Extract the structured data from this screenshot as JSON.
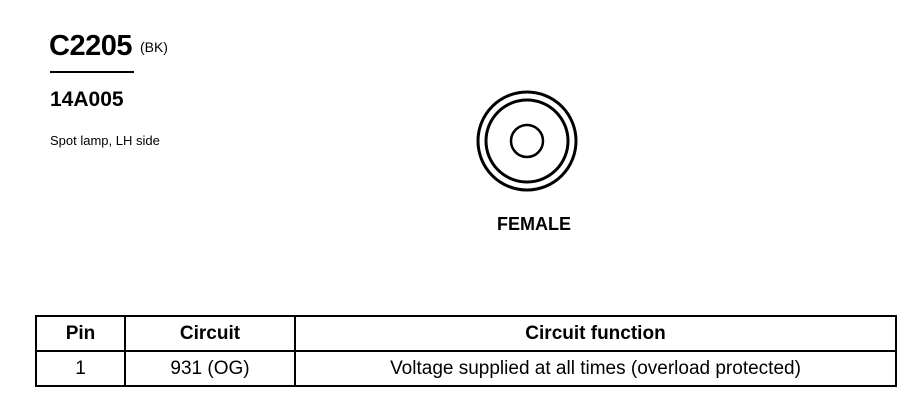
{
  "connector": {
    "id": "C2205",
    "color_code": "(BK)",
    "part_number": "14A005",
    "description": "Spot lamp, LH side",
    "gender": "FEMALE"
  },
  "table": {
    "headers": [
      "Pin",
      "Circuit",
      "Circuit function"
    ],
    "rows": [
      [
        "1",
        "931 (OG)",
        "Voltage supplied at all times (overload protected)"
      ]
    ]
  }
}
